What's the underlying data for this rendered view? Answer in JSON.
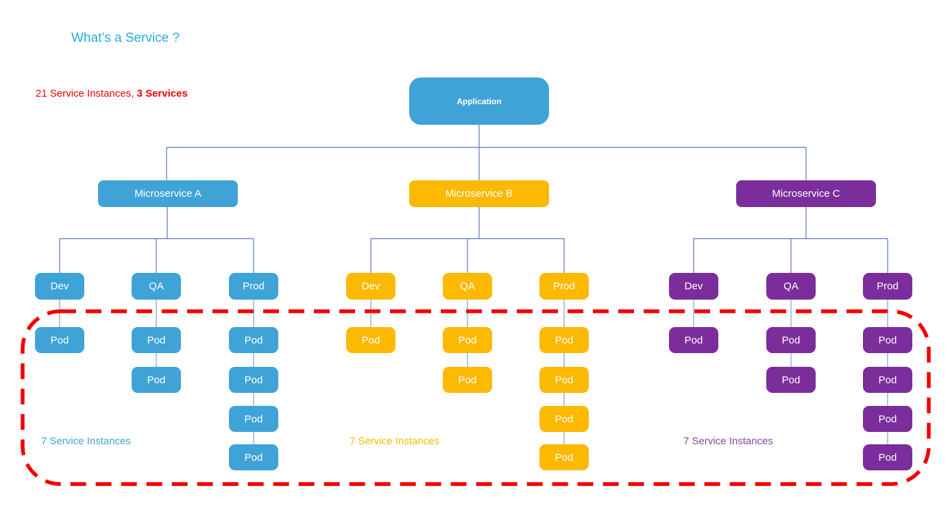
{
  "title": "What’s a Service ?",
  "summary": {
    "text": "21 Service Instances, ",
    "bold": "3 Services"
  },
  "palette": {
    "blue": "#3FA3D7",
    "yellow": "#FCB900",
    "purple": "#7B2D9B",
    "red_boundary": "#F20000",
    "title_blue": "#29ABE2",
    "connector_upper": "#7188CF",
    "connector_pod": "#9DB8DF"
  },
  "root": {
    "label": "Application"
  },
  "services": [
    {
      "name": "Microservice A",
      "color": "#3FA3D7",
      "instances_caption": "7 Service Instances",
      "environments": [
        {
          "label": "Dev",
          "pods": [
            "Pod"
          ]
        },
        {
          "label": "QA",
          "pods": [
            "Pod",
            "Pod"
          ]
        },
        {
          "label": "Prod",
          "pods": [
            "Pod",
            "Pod",
            "Pod",
            "Pod"
          ]
        }
      ]
    },
    {
      "name": "Microservice B",
      "color": "#FCB900",
      "instances_caption": "7 Service Instances",
      "environments": [
        {
          "label": "Dev",
          "pods": [
            "Pod"
          ]
        },
        {
          "label": "QA",
          "pods": [
            "Pod",
            "Pod"
          ]
        },
        {
          "label": "Prod",
          "pods": [
            "Pod",
            "Pod",
            "Pod",
            "Pod"
          ]
        }
      ]
    },
    {
      "name": "Microservice C",
      "color": "#7B2D9B",
      "instances_caption": "7 Service Instances",
      "environments": [
        {
          "label": "Dev",
          "pods": [
            "Pod"
          ]
        },
        {
          "label": "QA",
          "pods": [
            "Pod",
            "Pod"
          ]
        },
        {
          "label": "Prod",
          "pods": [
            "Pod",
            "Pod",
            "Pod",
            "Pod"
          ]
        }
      ]
    }
  ]
}
